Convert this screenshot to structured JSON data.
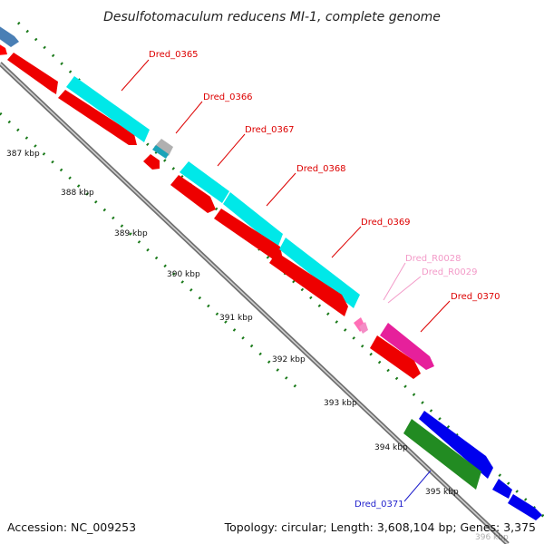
{
  "title": "Desulfotomaculum reducens MI-1, complete genome",
  "accession": "Accession: NC_009253",
  "summary": "Topology: circular; Length: 3,608,104 bp; Genes: 3,375",
  "ticks": [
    {
      "label": "387 kbp",
      "bp": 387000
    },
    {
      "label": "388 kbp",
      "bp": 388000
    },
    {
      "label": "389 kbp",
      "bp": 389000
    },
    {
      "label": "390 kbp",
      "bp": 390000
    },
    {
      "label": "391 kbp",
      "bp": 391000
    },
    {
      "label": "392 kbp",
      "bp": 392000
    },
    {
      "label": "393 kbp",
      "bp": 393000
    },
    {
      "label": "394 kbp",
      "bp": 394000
    },
    {
      "label": "395 kbp",
      "bp": 395000
    },
    {
      "label": "396 kbp",
      "bp": 396000
    }
  ],
  "gene_labels": [
    {
      "text": "Dred_0365",
      "color": "#dd0000"
    },
    {
      "text": "Dred_0366",
      "color": "#dd0000"
    },
    {
      "text": "Dred_0367",
      "color": "#dd0000"
    },
    {
      "text": "Dred_0368",
      "color": "#dd0000"
    },
    {
      "text": "Dred_0369",
      "color": "#dd0000"
    },
    {
      "text": "Dred_R0028",
      "color": "#f39ac8"
    },
    {
      "text": "Dred_R0029",
      "color": "#f39ac8"
    },
    {
      "text": "Dred_0370",
      "color": "#dd0000"
    },
    {
      "text": "Dred_0371",
      "color": "#1f1fcc"
    }
  ],
  "colors": {
    "cds": "#ff0000",
    "cog": "#00ffff",
    "trna": "#ff4da6",
    "rrna": "#d81b8c",
    "cds_blue": "#0000ee",
    "cog_green": "#228b22",
    "backbone": "#888888",
    "tick": "#1a7a1a"
  }
}
